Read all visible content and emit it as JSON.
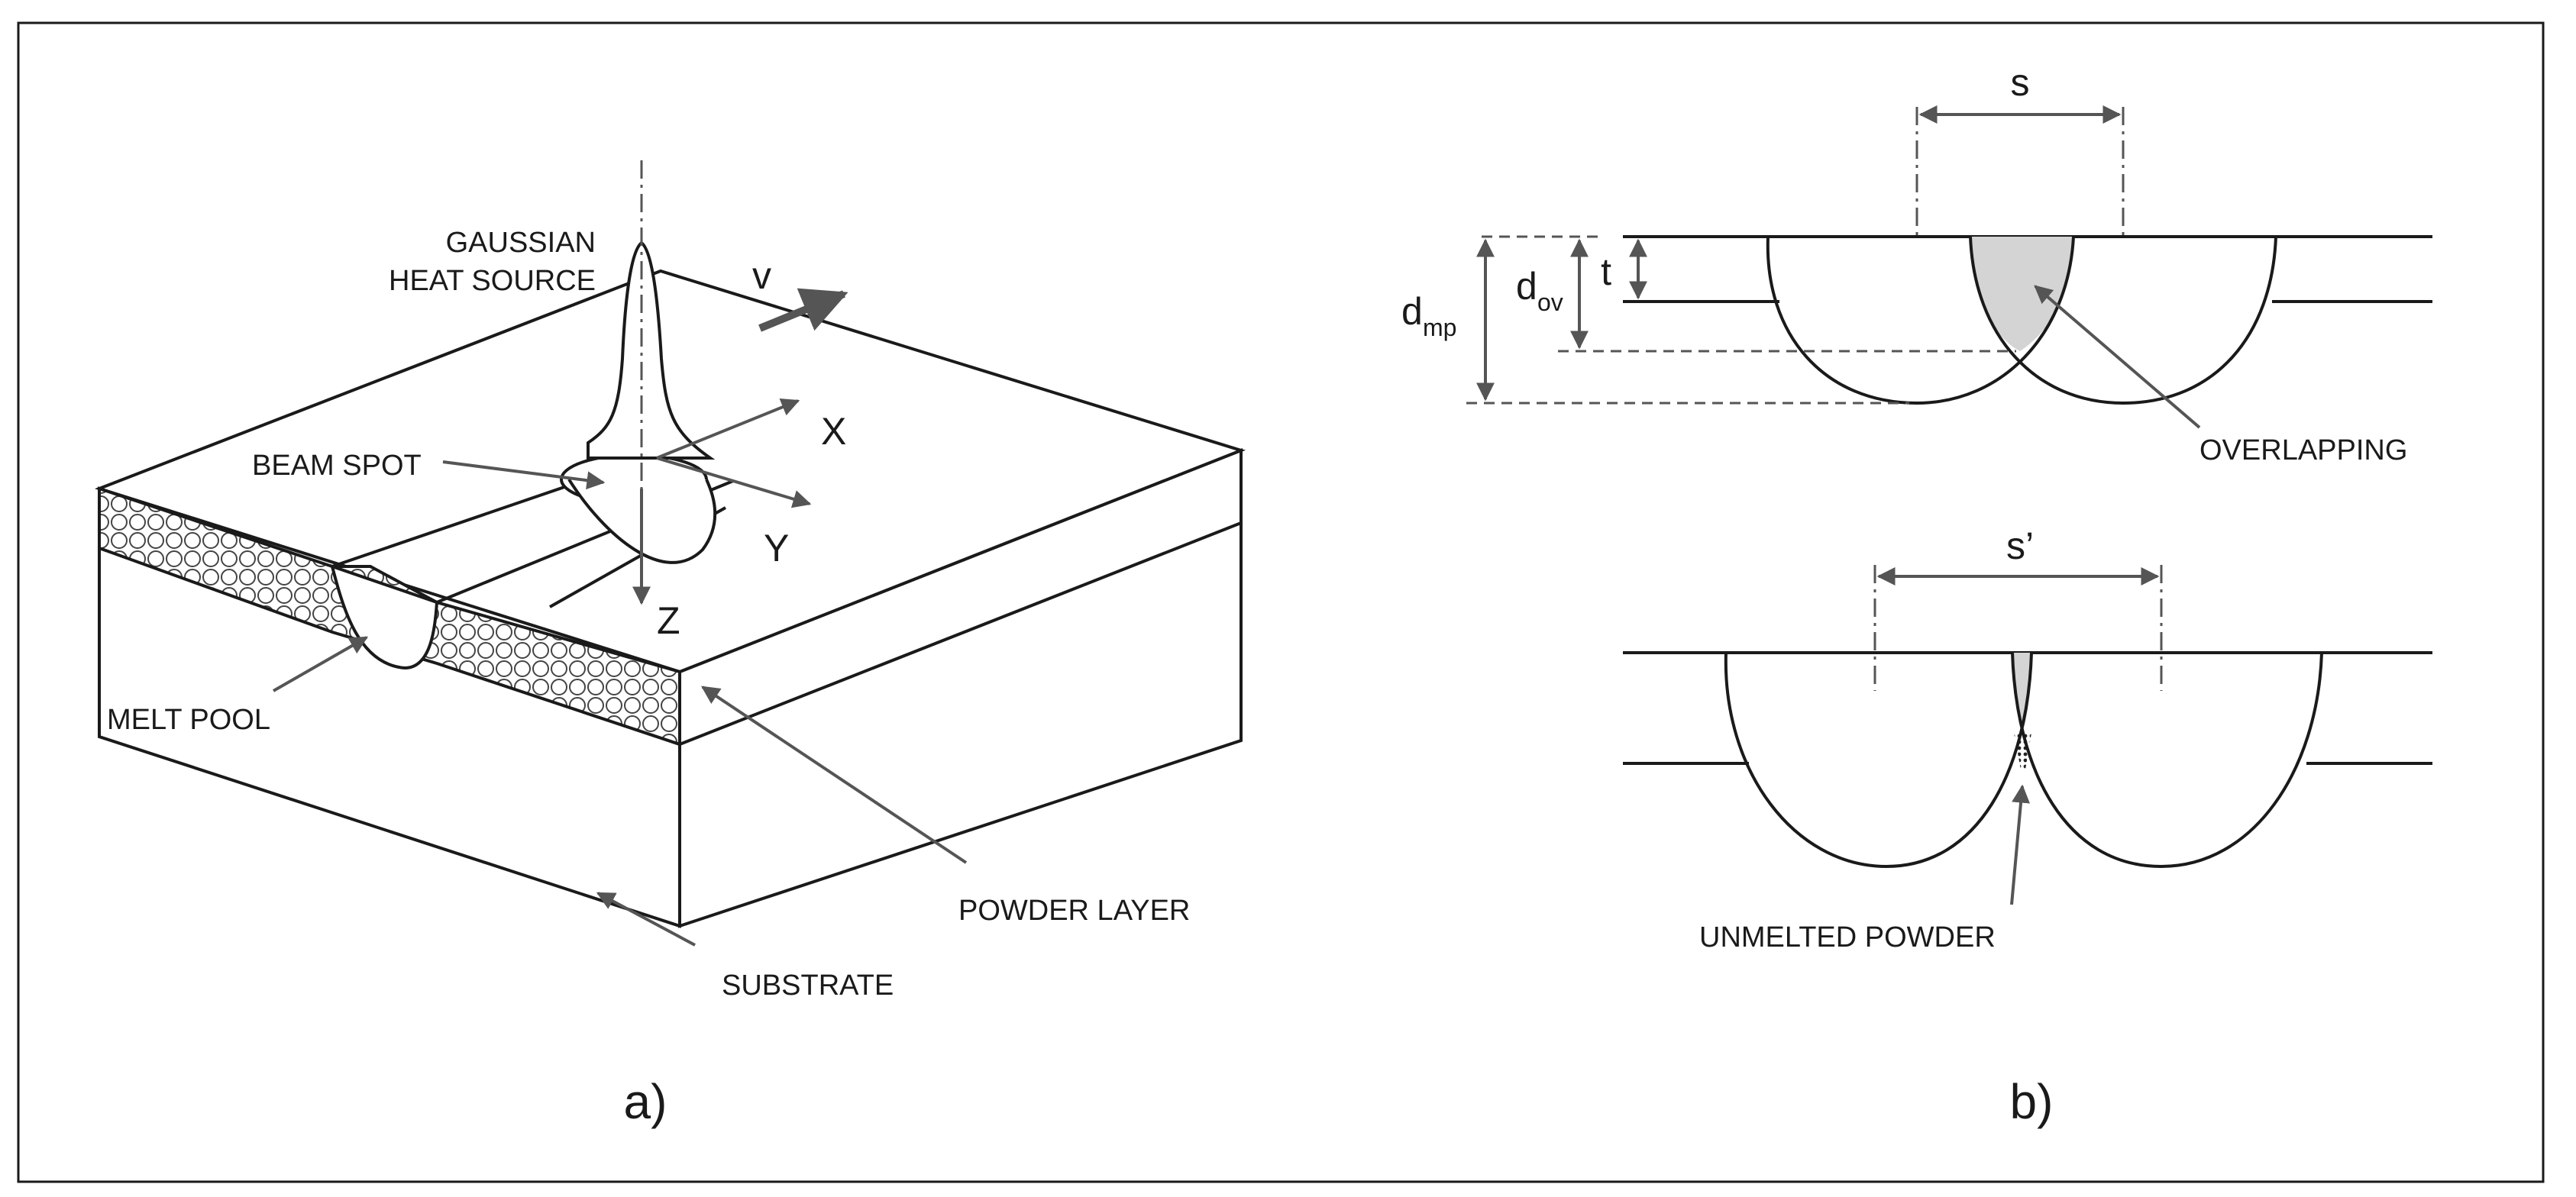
{
  "figure": {
    "panel_a": {
      "caption": "a)",
      "labels": {
        "gaussian_line1": "GAUSSIAN",
        "gaussian_line2": "HEAT SOURCE",
        "velocity": "v",
        "axis_x": "X",
        "axis_y": "Y",
        "axis_z": "Z",
        "beam_spot": "BEAM SPOT",
        "melt_pool": "MELT POOL",
        "powder_layer": "POWDER LAYER",
        "substrate": "SUBSTRATE"
      }
    },
    "panel_b": {
      "caption": "b)",
      "labels": {
        "spacing": "s",
        "spacing_prime": "s’",
        "d_mp_main": "d",
        "d_mp_sub": "mp",
        "d_ov_main": "d",
        "d_ov_sub": "ov",
        "thickness": "t",
        "overlapping": "OVERLAPPING",
        "unmelted_powder": "UNMELTED POWDER"
      }
    },
    "colors": {
      "line": "#1a1a1a",
      "arrow": "#555555",
      "overlap_fill": "#d4d4d4",
      "face_fill": "#ffffff"
    }
  }
}
